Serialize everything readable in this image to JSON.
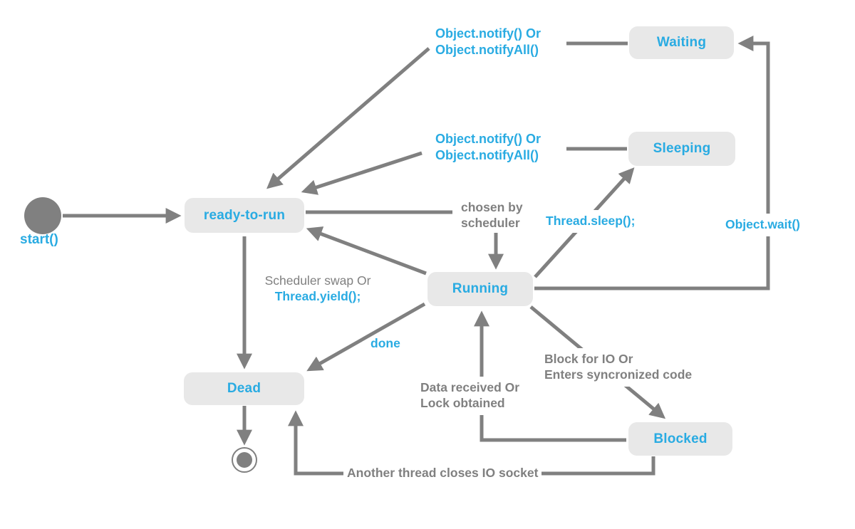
{
  "diagram": {
    "kind": "thread-state-diagram",
    "colors": {
      "accent_blue": "#29abe2",
      "line_gray": "#808080",
      "node_fill": "#e8e8e8",
      "background": "#ffffff"
    },
    "nodes": [
      {
        "id": "start",
        "shape": "filled-circle",
        "label": ""
      },
      {
        "id": "ready-to-run",
        "shape": "rounded-box",
        "label": "ready-to-run"
      },
      {
        "id": "waiting",
        "shape": "rounded-box",
        "label": "Waiting"
      },
      {
        "id": "sleeping",
        "shape": "rounded-box",
        "label": "Sleeping"
      },
      {
        "id": "running",
        "shape": "rounded-box",
        "label": "Running"
      },
      {
        "id": "dead",
        "shape": "rounded-box",
        "label": "Dead"
      },
      {
        "id": "blocked",
        "shape": "rounded-box",
        "label": "Blocked"
      },
      {
        "id": "end",
        "shape": "final-circle",
        "label": ""
      }
    ],
    "edges": [
      {
        "from": "start",
        "to": "ready-to-run",
        "label_lines": [
          "start()"
        ]
      },
      {
        "from": "waiting",
        "to": "ready-to-run",
        "label_lines": [
          "Object.notify() Or",
          "Object.notifyAll()"
        ]
      },
      {
        "from": "sleeping",
        "to": "ready-to-run",
        "label_lines": [
          "Object.notify() Or",
          "Object.notifyAll()"
        ]
      },
      {
        "from": "ready-to-run",
        "to": "running",
        "label_lines": [
          "chosen by",
          "scheduler"
        ]
      },
      {
        "from": "running",
        "to": "ready-to-run",
        "label_lines": [
          "Scheduler swap Or",
          "Thread.yield();"
        ]
      },
      {
        "from": "running",
        "to": "sleeping",
        "label_lines": [
          "Thread.sleep();"
        ]
      },
      {
        "from": "running",
        "to": "waiting",
        "label_lines": [
          "Object.wait()"
        ]
      },
      {
        "from": "running",
        "to": "dead",
        "label_lines": [
          "done"
        ]
      },
      {
        "from": "ready-to-run",
        "to": "dead",
        "label_lines": []
      },
      {
        "from": "running",
        "to": "blocked",
        "label_lines": [
          "Block for IO Or",
          "Enters syncronized code"
        ]
      },
      {
        "from": "blocked",
        "to": "running",
        "label_lines": [
          "Data received Or",
          "Lock obtained"
        ]
      },
      {
        "from": "blocked",
        "to": "dead",
        "label_lines": [
          "Another thread closes IO socket"
        ]
      },
      {
        "from": "dead",
        "to": "end",
        "label_lines": []
      }
    ]
  }
}
